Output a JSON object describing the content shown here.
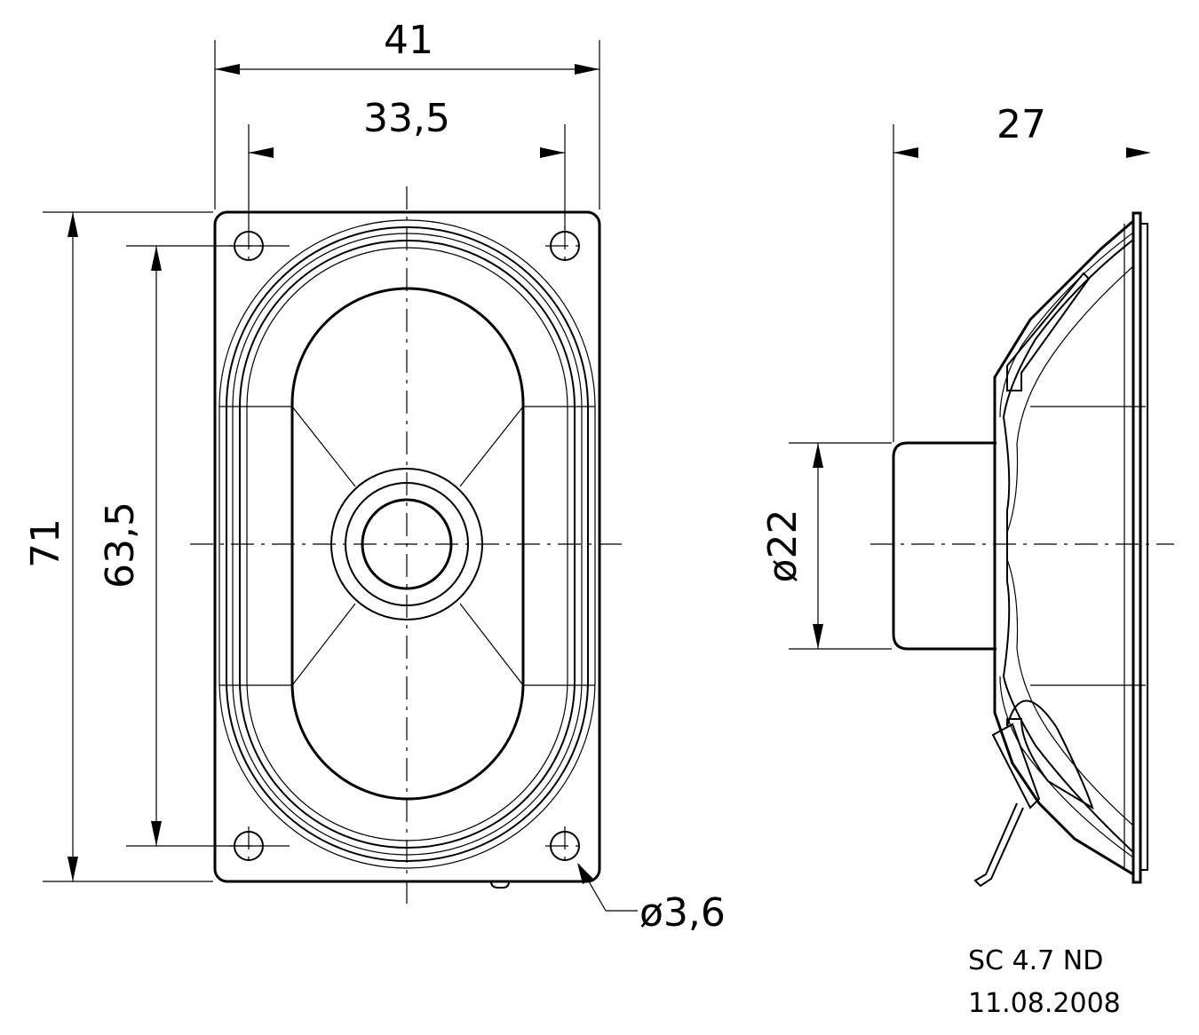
{
  "front_view": {
    "width_overall": "41",
    "width_holes": "33,5",
    "height_overall": "71",
    "height_holes": "63,5",
    "hole_diameter": "ø3,6"
  },
  "side_view": {
    "depth": "27",
    "magnet_diameter": "ø22"
  },
  "title_block": {
    "model": "SC 4.7 ND",
    "date": "11.08.2008"
  }
}
